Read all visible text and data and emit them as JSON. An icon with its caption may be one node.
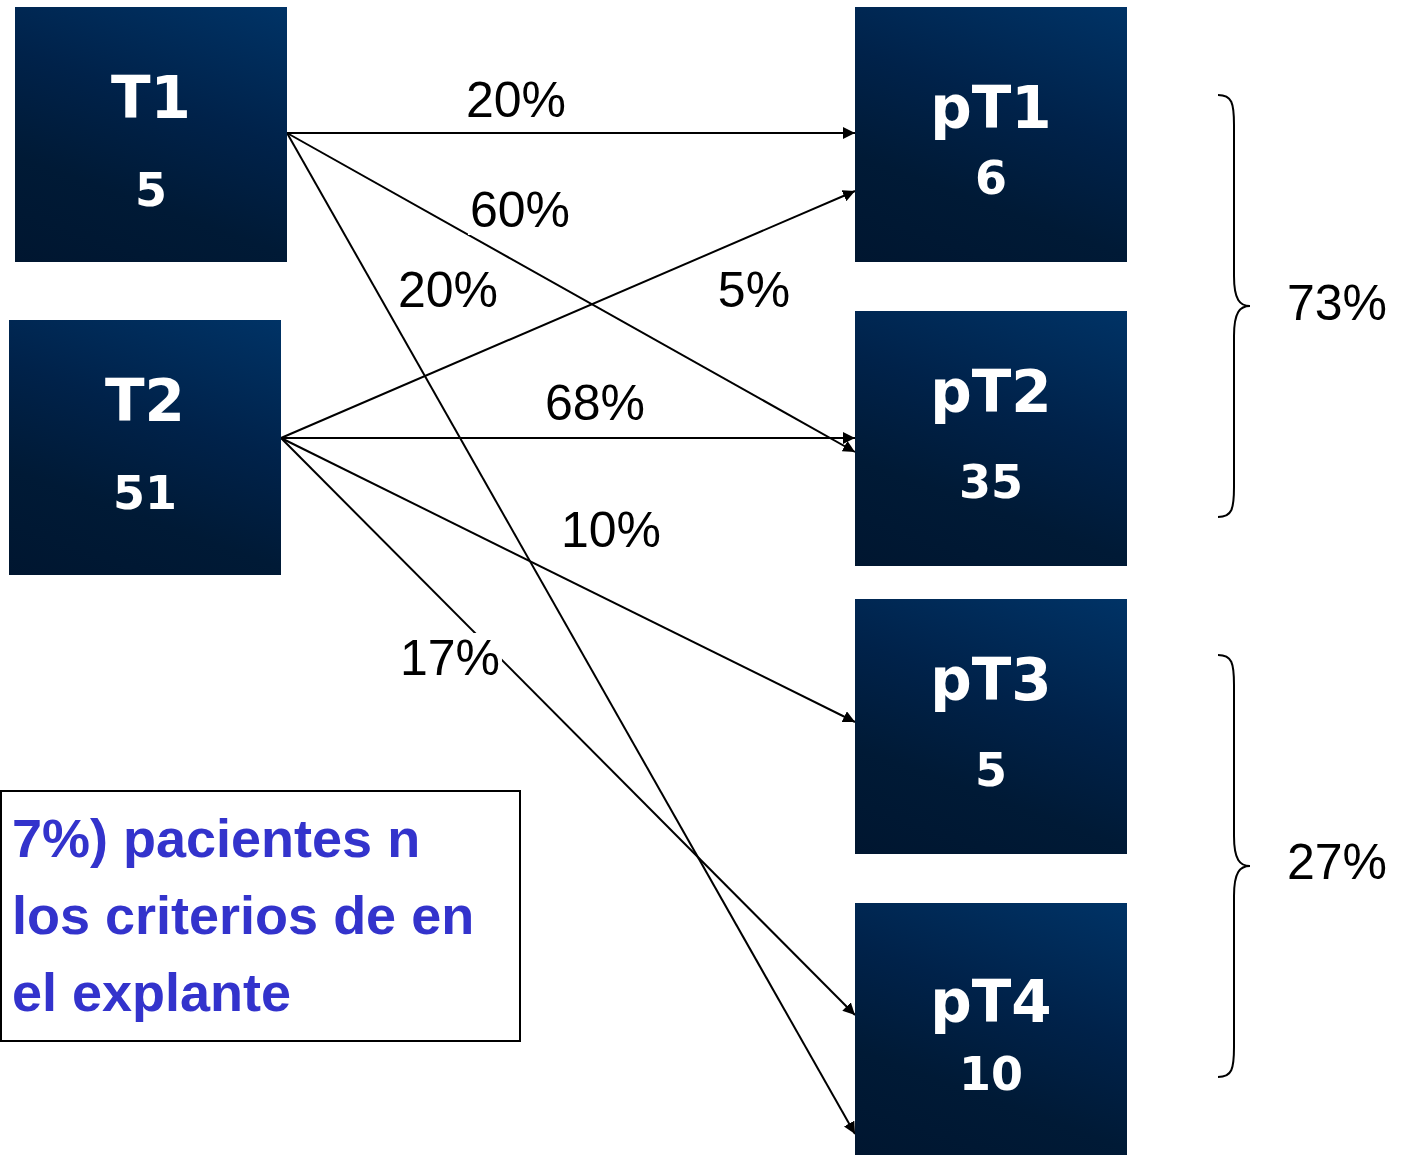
{
  "diagram": {
    "nodes": [
      {
        "text": [
          "T1",
          "5"
        ]
      },
      {
        "text": [
          "T2",
          "51"
        ]
      },
      {
        "text": [
          "pT1",
          "6"
        ]
      },
      {
        "text": [
          "pT2",
          "35"
        ]
      },
      {
        "text": [
          "pT3",
          "5"
        ]
      },
      {
        "text": [
          "pT4",
          "10"
        ]
      },
      {
        "text": [
          "7%) pacientes n los criterios de en el explante"
        ]
      }
    ],
    "edges": [
      {
        "from": 0,
        "to": 2,
        "arrow": "to",
        "label": "20%"
      },
      {
        "from": 0,
        "to": 3,
        "arrow": "to",
        "label": "60%"
      },
      {
        "from": 0,
        "to": 5,
        "arrow": "to",
        "label": "20%"
      },
      {
        "from": 1,
        "to": 2,
        "arrow": "to",
        "label": "5%"
      },
      {
        "from": 1,
        "to": 3,
        "arrow": "to",
        "label": "68%"
      },
      {
        "from": 1,
        "to": 4,
        "arrow": "to",
        "label": "10%"
      },
      {
        "from": 1,
        "to": 5,
        "arrow": "to",
        "label": "17%"
      }
    ],
    "labels": [
      "73%",
      "27%"
    ]
  }
}
